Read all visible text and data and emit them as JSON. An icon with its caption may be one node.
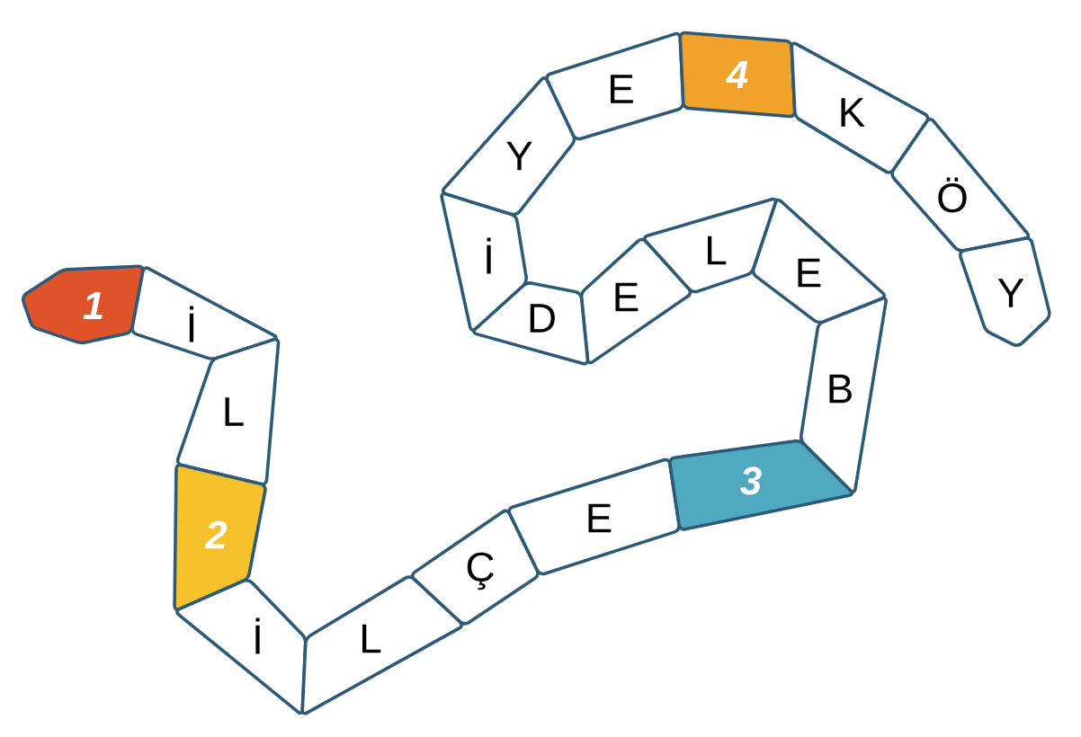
{
  "diagram": {
    "nodes": [
      {
        "text": [
          "1"
        ]
      },
      {
        "text": [
          "İ"
        ]
      },
      {
        "text": [
          "L"
        ]
      },
      {
        "text": [
          "2"
        ]
      },
      {
        "text": [
          "İ"
        ]
      },
      {
        "text": [
          "L"
        ]
      },
      {
        "text": [
          "Ç"
        ]
      },
      {
        "text": [
          "E"
        ]
      },
      {
        "text": [
          "3"
        ]
      },
      {
        "text": [
          "B"
        ]
      },
      {
        "text": [
          "E"
        ]
      },
      {
        "text": [
          "L"
        ]
      },
      {
        "text": [
          "E"
        ]
      },
      {
        "text": [
          "D"
        ]
      },
      {
        "text": [
          "İ"
        ]
      },
      {
        "text": [
          "Y"
        ]
      },
      {
        "text": [
          "E"
        ]
      },
      {
        "text": [
          "4"
        ]
      },
      {
        "text": [
          "K"
        ]
      },
      {
        "text": [
          "Ö"
        ]
      },
      {
        "text": [
          "Y"
        ]
      }
    ]
  }
}
